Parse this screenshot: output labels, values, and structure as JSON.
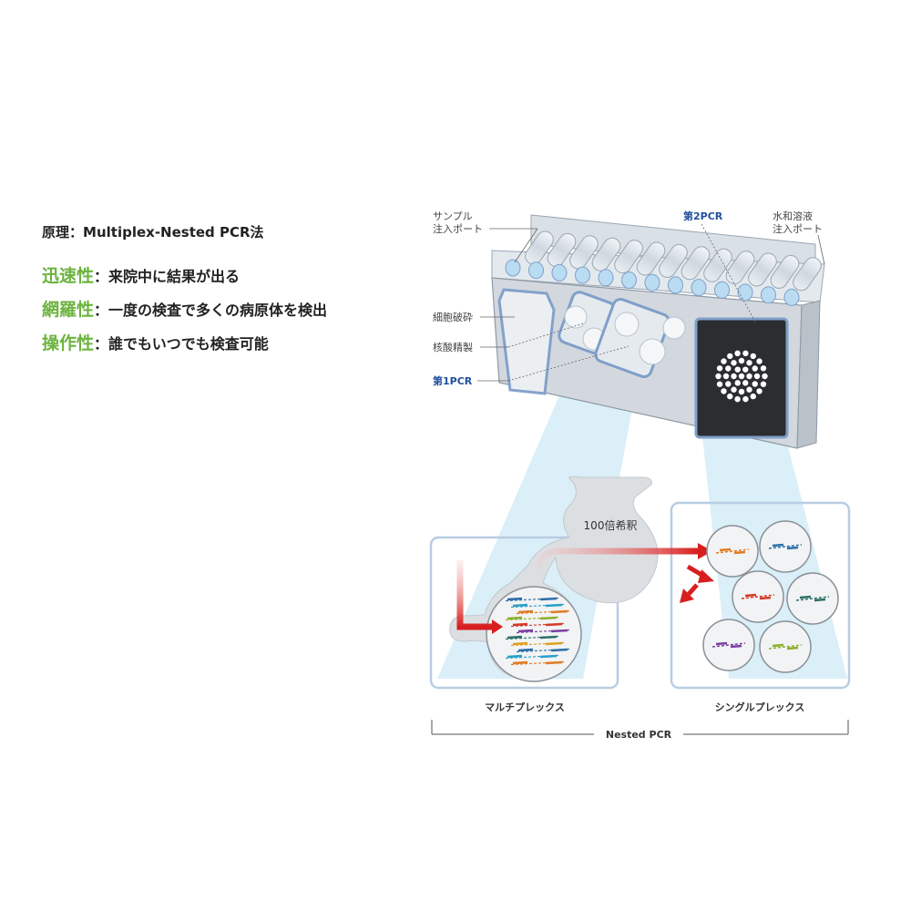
{
  "principle": {
    "label": "原理",
    "colon": "：",
    "value": "Multiplex-Nested PCR法"
  },
  "features": [
    {
      "key": "迅速性",
      "sep": "：",
      "desc": "来院中に結果が出る"
    },
    {
      "key": "網羅性",
      "sep": "：",
      "desc": "一度の検査で多くの病原体を検出"
    },
    {
      "key": "操作性",
      "sep": "：",
      "desc": "誰でもいつでも検査可能"
    }
  ],
  "diagram": {
    "sample_port": [
      "サンプル",
      "注入ポート"
    ],
    "second_pcr": "第2PCR",
    "hydration_port": [
      "水和溶液",
      "注入ポート"
    ],
    "cell_lysis": "細胞破砕",
    "nucleic_purification": "核酸精製",
    "first_pcr": "第1PCR",
    "dilution": "100倍希釈",
    "multiplex": "マルチプレックス",
    "singleplex": "シングルプレックス",
    "nested_pcr": "Nested PCR"
  },
  "colors": {
    "accent_green": "#6cb33f",
    "pcr_blue": "#1f4f9c",
    "arrow_red": "#d81e1e",
    "light_blue_beam": "#bfe6f5"
  }
}
